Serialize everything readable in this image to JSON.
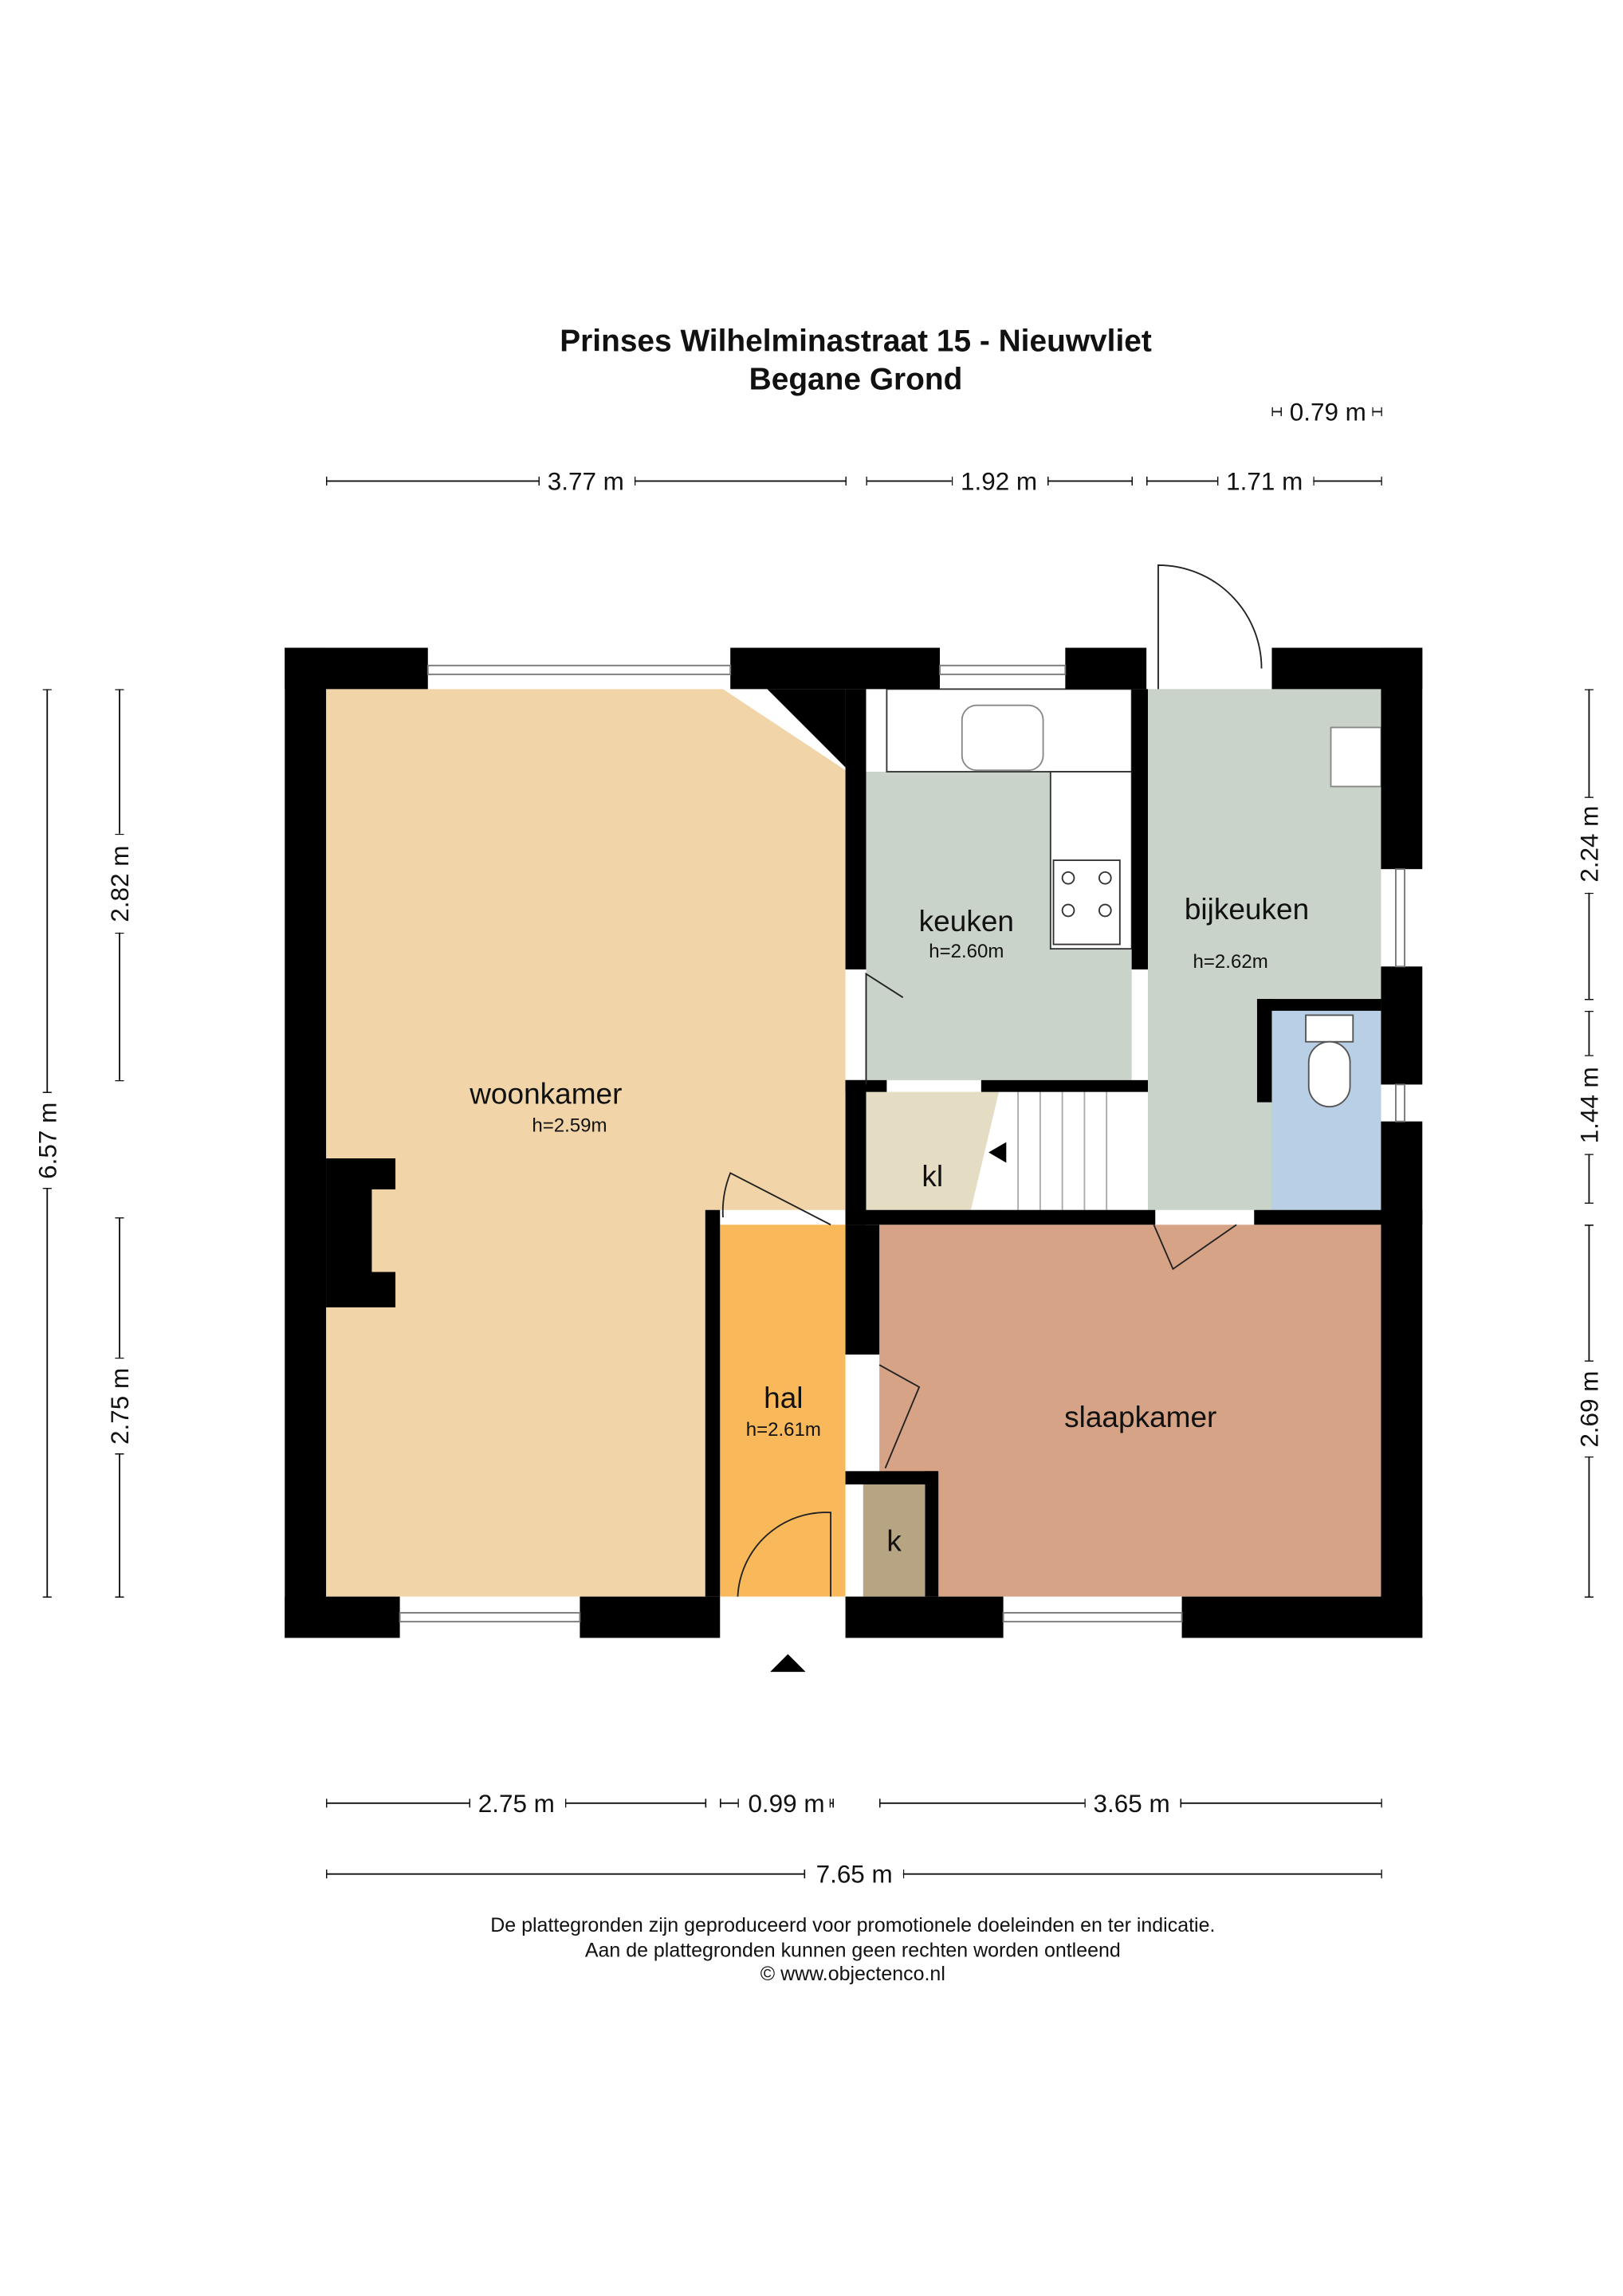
{
  "title": "Prinses Wilhelminastraat 15 - Nieuwvliet",
  "floor": "Begane Grond",
  "rooms": {
    "woonkamer": {
      "name": "woonkamer",
      "height": "h=2.59m"
    },
    "keuken": {
      "name": "keuken",
      "height": "h=2.60m"
    },
    "bijkeuken": {
      "name": "bijkeuken",
      "height": "h=2.62m"
    },
    "hal": {
      "name": "hal",
      "height": "h=2.61m"
    },
    "slaapkamer": {
      "name": "slaapkamer"
    },
    "kl": {
      "name": "kl"
    },
    "k": {
      "name": "k"
    }
  },
  "dimensions": {
    "top_small": "0.79 m",
    "top": [
      "3.77 m",
      "1.92 m",
      "1.71 m"
    ],
    "left_total": "6.57 m",
    "left": [
      "2.82 m",
      "2.75 m"
    ],
    "right": [
      "2.24 m",
      "1.44 m",
      "2.69 m"
    ],
    "bottom": [
      "2.75 m",
      "0.99 m",
      "3.65 m"
    ],
    "bottom_total": "7.65 m"
  },
  "footer": [
    "De plattegronden zijn geproduceerd voor promotionele doeleinden en ter indicatie.",
    "Aan de plattegronden kunnen geen rechten worden ontleend",
    "© www.objectenco.nl"
  ],
  "colors": {
    "woonkamer": "#f1d5a8",
    "keuken": "#c9d3c9",
    "hal": "#f9b95a",
    "slaapkamer": "#d6a386",
    "kl": "#e5dcc4",
    "k": "#b6a483",
    "toilet": "#b9cfe6",
    "wall": "#000000"
  }
}
